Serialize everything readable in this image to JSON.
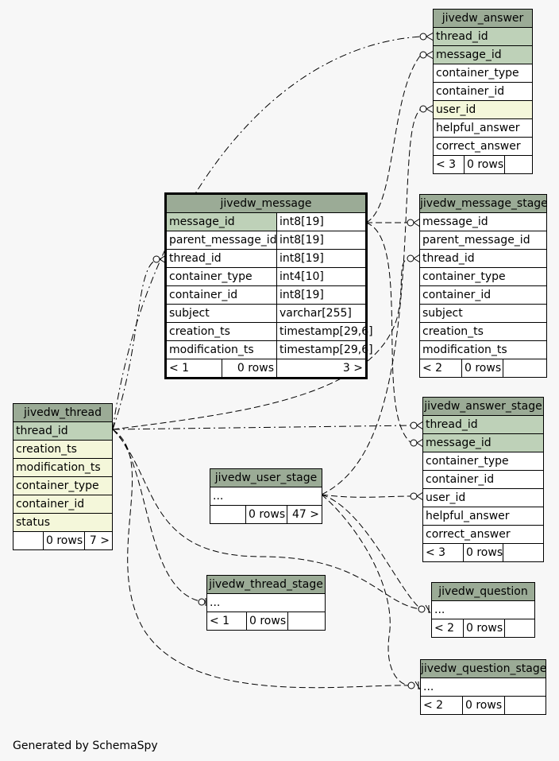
{
  "footer": "Generated by SchemaSpy",
  "colors": {
    "header": "#9bab96",
    "primary_key": "#bed1b8",
    "foreign_key": "#f4f7da",
    "background": "#f7f7f7"
  },
  "tables": {
    "answer": {
      "name": "jivedw_answer",
      "columns": [
        "thread_id",
        "message_id",
        "container_type",
        "container_id",
        "user_id",
        "helpful_answer",
        "correct_answer"
      ],
      "stats": {
        "parents": "< 3",
        "rows": "0 rows",
        "children": ""
      }
    },
    "message": {
      "name": "jivedw_message",
      "columns": [
        {
          "name": "message_id",
          "type": "int8[19]"
        },
        {
          "name": "parent_message_id",
          "type": "int8[19]"
        },
        {
          "name": "thread_id",
          "type": "int8[19]"
        },
        {
          "name": "container_type",
          "type": "int4[10]"
        },
        {
          "name": "container_id",
          "type": "int8[19]"
        },
        {
          "name": "subject",
          "type": "varchar[255]"
        },
        {
          "name": "creation_ts",
          "type": "timestamp[29,6]"
        },
        {
          "name": "modification_ts",
          "type": "timestamp[29,6]"
        }
      ],
      "stats": {
        "parents": "< 1",
        "rows": "0 rows",
        "children": "3 >"
      }
    },
    "message_stage": {
      "name": "jivedw_message_stage",
      "columns": [
        "message_id",
        "parent_message_id",
        "thread_id",
        "container_type",
        "container_id",
        "subject",
        "creation_ts",
        "modification_ts"
      ],
      "stats": {
        "parents": "< 2",
        "rows": "0 rows",
        "children": ""
      }
    },
    "thread": {
      "name": "jivedw_thread",
      "columns": [
        "thread_id",
        "creation_ts",
        "modification_ts",
        "container_type",
        "container_id",
        "status"
      ],
      "stats": {
        "parents": "",
        "rows": "0 rows",
        "children": "7 >"
      }
    },
    "answer_stage": {
      "name": "jivedw_answer_stage",
      "columns": [
        "thread_id",
        "message_id",
        "container_type",
        "container_id",
        "user_id",
        "helpful_answer",
        "correct_answer"
      ],
      "stats": {
        "parents": "< 3",
        "rows": "0 rows",
        "children": ""
      }
    },
    "user_stage": {
      "name": "jivedw_user_stage",
      "columns": [
        "..."
      ],
      "stats": {
        "parents": "",
        "rows": "0 rows",
        "children": "47 >"
      }
    },
    "thread_stage": {
      "name": "jivedw_thread_stage",
      "columns": [
        "..."
      ],
      "stats": {
        "parents": "< 1",
        "rows": "0 rows",
        "children": ""
      }
    },
    "question": {
      "name": "jivedw_question",
      "columns": [
        "..."
      ],
      "stats": {
        "parents": "< 2",
        "rows": "0 rows",
        "children": ""
      }
    },
    "question_stage": {
      "name": "jivedw_question_stage",
      "columns": [
        "..."
      ],
      "stats": {
        "parents": "< 2",
        "rows": "0 rows",
        "children": ""
      }
    }
  }
}
